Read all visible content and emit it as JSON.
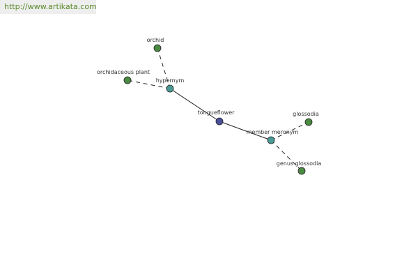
{
  "watermark": {
    "url": "http://www.artikata.com"
  },
  "colors": {
    "center_node": "#4a4f9a",
    "relation_node": "#4a9a96",
    "term_node": "#4a8a42",
    "edge": "#222222",
    "node_stroke": "#222222"
  },
  "graph": {
    "nodes": [
      {
        "id": "tongueflower",
        "label": "tongueflower",
        "kind": "center"
      },
      {
        "id": "hypernym",
        "label": "hypernym",
        "kind": "relation"
      },
      {
        "id": "member_meronym",
        "label": "member meronym",
        "kind": "relation"
      },
      {
        "id": "orchid",
        "label": "orchid",
        "kind": "term"
      },
      {
        "id": "orchidaceous_plant",
        "label": "orchidaceous plant",
        "kind": "term"
      },
      {
        "id": "glossodia",
        "label": "glossodia",
        "kind": "term"
      },
      {
        "id": "genus_glossodia",
        "label": "genus glossodia",
        "kind": "term"
      }
    ],
    "edges": [
      {
        "from": "tongueflower",
        "to": "hypernym",
        "style": "solid"
      },
      {
        "from": "tongueflower",
        "to": "member_meronym",
        "style": "solid"
      },
      {
        "from": "hypernym",
        "to": "orchid",
        "style": "dashed"
      },
      {
        "from": "hypernym",
        "to": "orchidaceous_plant",
        "style": "dashed"
      },
      {
        "from": "member_meronym",
        "to": "glossodia",
        "style": "dashed"
      },
      {
        "from": "member_meronym",
        "to": "genus_glossodia",
        "style": "dashed"
      }
    ]
  }
}
